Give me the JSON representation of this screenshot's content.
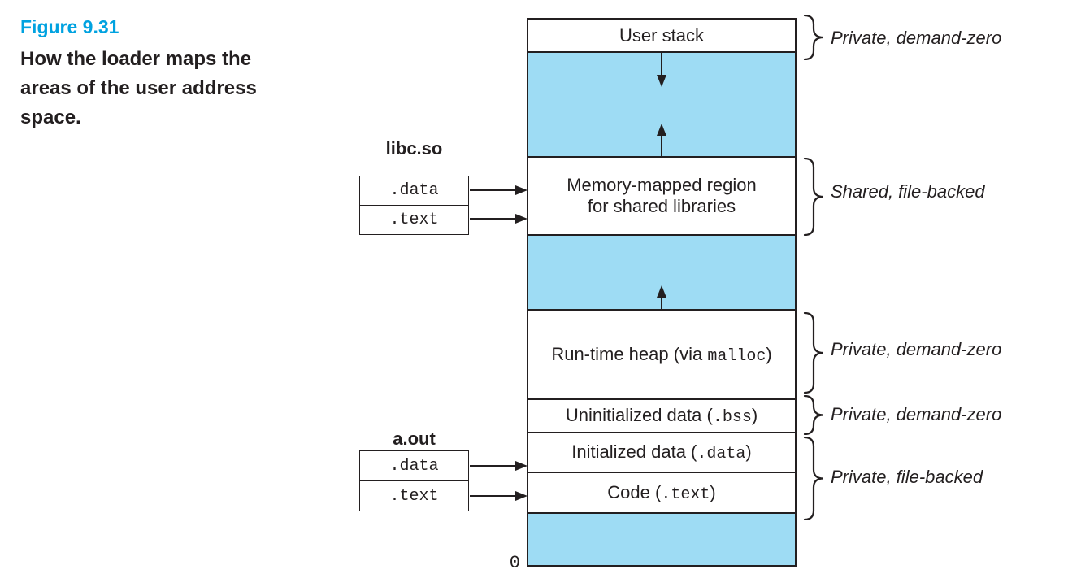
{
  "figure": {
    "label": "Figure 9.31",
    "caption_lines": [
      "How the loader maps the",
      "areas of the user address",
      "space."
    ]
  },
  "address_space": {
    "origin_label": "0",
    "segments": [
      {
        "name": "user-stack",
        "label": "User stack"
      },
      {
        "name": "stack-growth-gap",
        "arrows": [
          "down",
          "up"
        ]
      },
      {
        "name": "memory-mapped-region",
        "label_lines": [
          "Memory-mapped region",
          "for shared libraries"
        ]
      },
      {
        "name": "heap-growth-gap",
        "arrows": [
          "up"
        ]
      },
      {
        "name": "runtime-heap",
        "label_pre": "Run-time heap (via ",
        "label_mono": "malloc",
        "label_post": ")"
      },
      {
        "name": "uninitialized-data",
        "label_pre": "Uninitialized data (",
        "label_mono": ".bss",
        "label_post": ")"
      },
      {
        "name": "initialized-data",
        "label_pre": "Initialized data (",
        "label_mono": ".data",
        "label_post": ")"
      },
      {
        "name": "code",
        "label_pre": "Code (",
        "label_mono": ".text",
        "label_post": ")"
      },
      {
        "name": "bottom-unmapped-gap"
      }
    ]
  },
  "object_files": [
    {
      "name": "libc.so",
      "sections": [
        ".data",
        ".text"
      ]
    },
    {
      "name": "a.out",
      "sections": [
        ".data",
        ".text"
      ]
    }
  ],
  "mapping_annotations": [
    "Private, demand-zero",
    "Shared, file-backed",
    "Private, demand-zero",
    "Private, demand-zero",
    "Private, file-backed"
  ],
  "colors": {
    "region_fill": "#9edcf4",
    "ink": "#231f20",
    "figure_label_blue": "#00a2e0"
  }
}
